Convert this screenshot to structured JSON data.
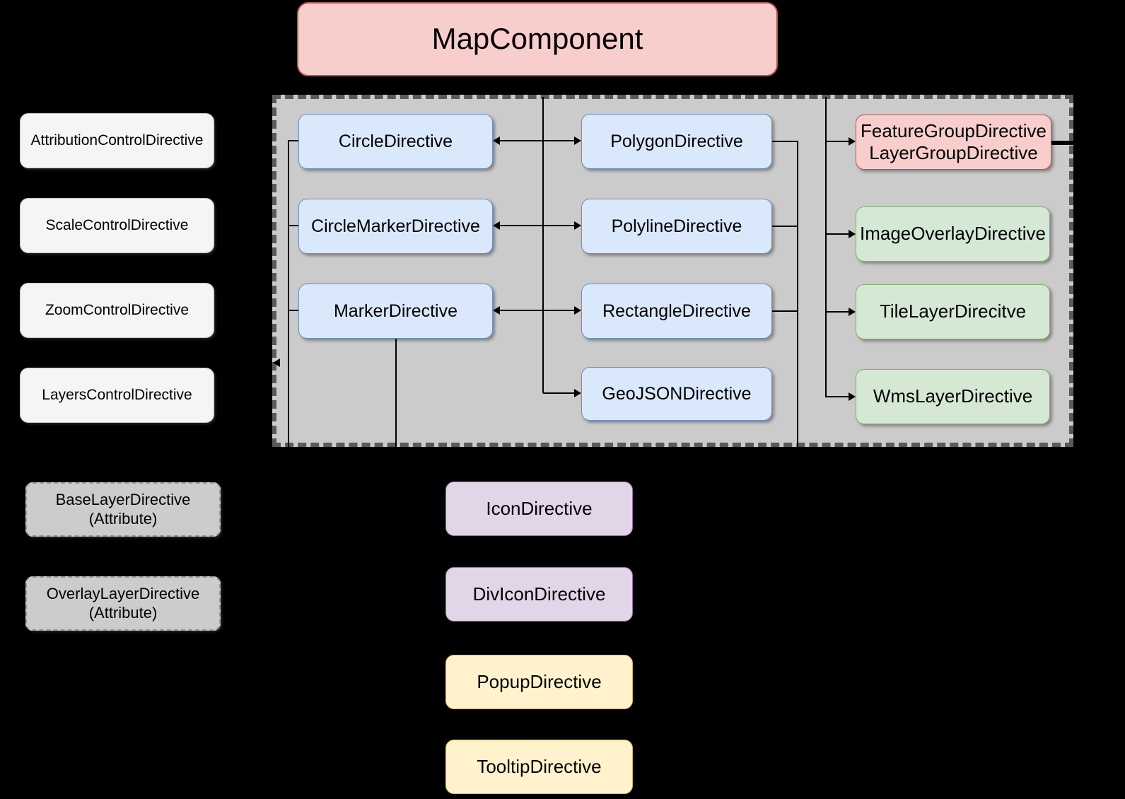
{
  "map_component": {
    "label": "MapComponent"
  },
  "controls": {
    "items": [
      {
        "label": "AttributionControlDirective"
      },
      {
        "label": "ScaleControlDirective"
      },
      {
        "label": "ZoomControlDirective"
      },
      {
        "label": "LayersControlDirective"
      }
    ]
  },
  "container": {
    "shape_directives": [
      {
        "label": "CircleDirective"
      },
      {
        "label": "CircleMarkerDirective"
      },
      {
        "label": "MarkerDirective"
      }
    ],
    "path_directives": [
      {
        "label": "PolygonDirective"
      },
      {
        "label": "PolylineDirective"
      },
      {
        "label": "RectangleDirective"
      },
      {
        "label": "GeoJSONDirective"
      }
    ],
    "group_directive": {
      "line1": "FeatureGroupDirective",
      "line2": "LayerGroupDirective"
    },
    "layer_directives": [
      {
        "label": "ImageOverlayDirective"
      },
      {
        "label": "TileLayerDirecitve"
      },
      {
        "label": "WmsLayerDirective"
      }
    ]
  },
  "attribute_directives": [
    {
      "line1": "BaseLayerDirective",
      "line2": "(Attribute)"
    },
    {
      "line1": "OverlayLayerDirective",
      "line2": "(Attribute)"
    }
  ],
  "icon_directives": [
    {
      "label": "IconDirective"
    },
    {
      "label": "DivIconDirective"
    }
  ],
  "popup_directives": [
    {
      "label": "PopupDirective"
    },
    {
      "label": "TooltipDirective"
    }
  ],
  "palette": {
    "background": "#000000",
    "node_pink_fill": "#f8cecc",
    "node_pink_border": "#b85450",
    "node_blue_fill": "#dae8fc",
    "node_blue_border": "#6c8ebf",
    "node_green_fill": "#d5e8d4",
    "node_green_border": "#82b366",
    "node_purple_fill": "#e1d5e7",
    "node_purple_border": "#9673a6",
    "node_yellow_fill": "#fff2cc",
    "node_yellow_border": "#d6b656",
    "container_fill": "#cbcbcc",
    "container_border": "#5a5a5a",
    "control_fill": "#f5f5f5",
    "attribute_fill": "#cccccc",
    "connector": "#000000"
  }
}
